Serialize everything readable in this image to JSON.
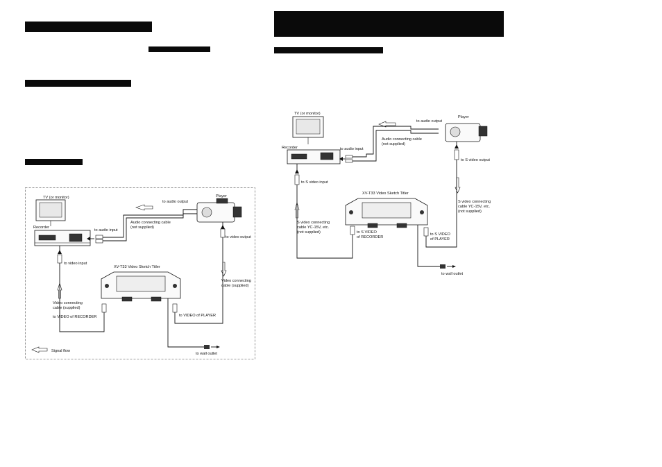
{
  "colors": {
    "ink": "#0a0a0a",
    "paper": "#ffffff"
  },
  "diagram_video": {
    "tv": "TV (or monitor)",
    "recorder": "Recorder",
    "player": "Player",
    "titler": "XV-T33 Video Sketch Titler",
    "audio_input": "to audio input",
    "audio_output": "to audio output",
    "audio_cable_1": "Audio connecting cable",
    "audio_cable_2": "(not supplied)",
    "video_input": "to video input",
    "video_output": "to video output",
    "video_cable_left_1": "Video connecting",
    "video_cable_left_2": "cable (supplied)",
    "video_cable_right_1": "Video connecting",
    "video_cable_right_2": "cable (supplied)",
    "to_video_recorder": "to VIDEO of RECORDER",
    "to_video_player": "to VIDEO of PLAYER",
    "wall_outlet": "to wall outlet",
    "signal_flow": "Signal flow"
  },
  "diagram_svideo": {
    "tv": "TV (or monitor)",
    "recorder": "Recorder",
    "player": "Player",
    "titler": "XV-T33 Video Sketch Titler",
    "audio_input": "to audio input",
    "audio_output": "to audio output",
    "audio_cable_1": "Audio connecting cable",
    "audio_cable_2": "(not supplied)",
    "svideo_input": "to S video input",
    "svideo_output": "to S video output",
    "left_cable_1": "S video connecting",
    "left_cable_2": "cable YC-15V, etc.",
    "left_cable_3": "(not supplied)",
    "right_cable_1": "S video connecting",
    "right_cable_2": "cable YC-15V, etc.",
    "right_cable_3": "(not supplied)",
    "to_svideo_recorder_1": "to S VIDEO",
    "to_svideo_recorder_2": "of RECORDER",
    "to_svideo_player_1": "to S VIDEO",
    "to_svideo_player_2": "of PLAYER",
    "wall_outlet": "to wall outlet"
  }
}
